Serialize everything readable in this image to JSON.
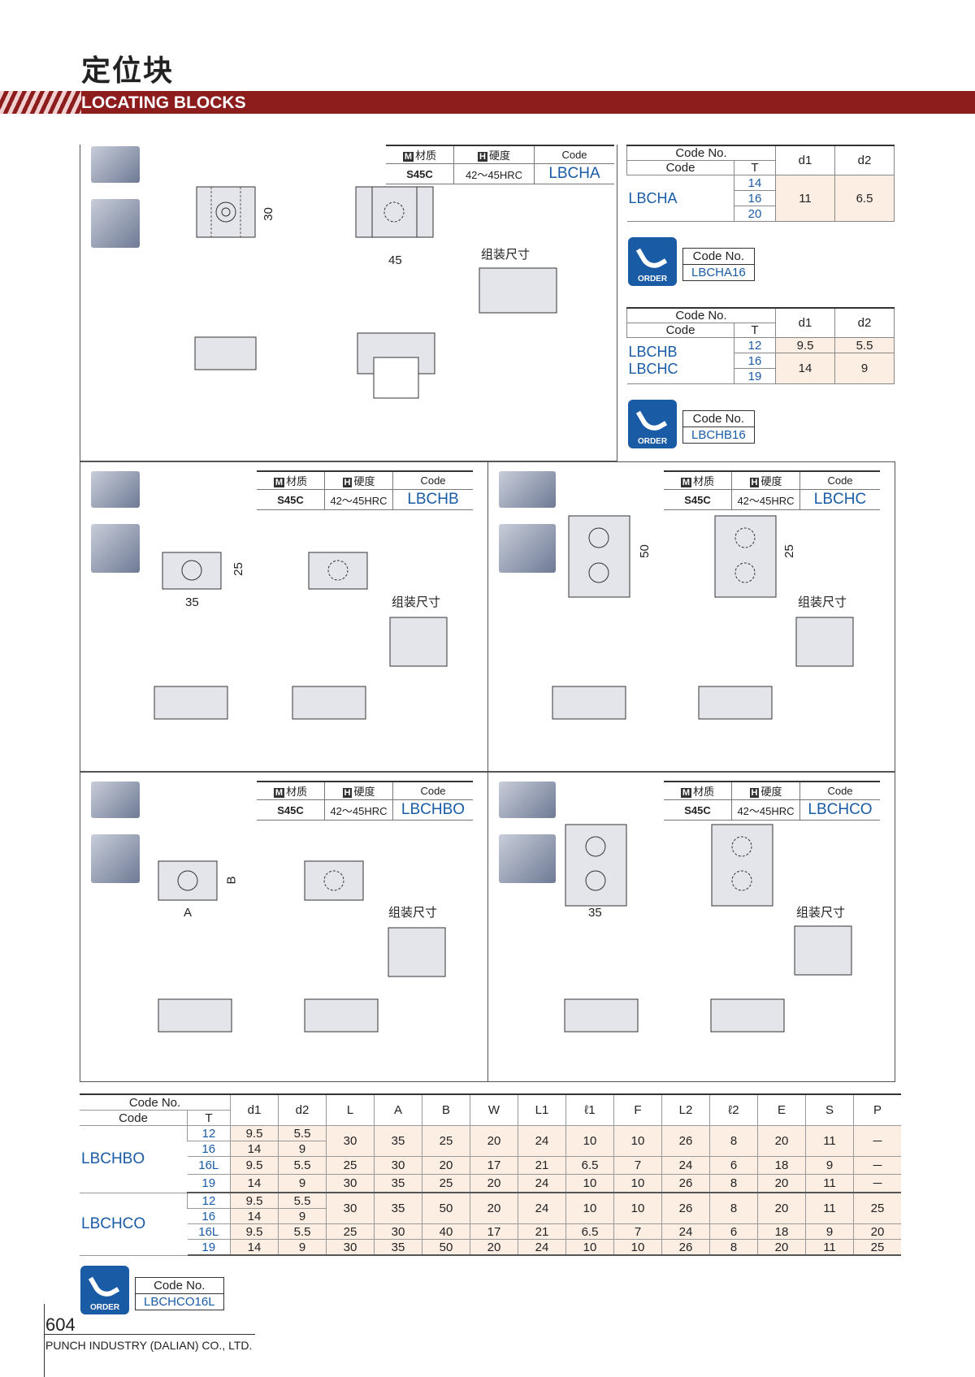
{
  "header": {
    "title_cn": "定位块",
    "title_en": "LOCATING BLOCKS"
  },
  "spec_headers": {
    "material": "材质",
    "hardness": "硬度",
    "code": "Code",
    "m": "M",
    "h": "H"
  },
  "blocks": [
    {
      "material": "S45C",
      "hardness": "42～45HRC",
      "code": "LBCHA",
      "assembly": "组装尺寸"
    },
    {
      "material": "S45C",
      "hardness": "42～45HRC",
      "code": "LBCHB",
      "assembly": "组装尺寸"
    },
    {
      "material": "S45C",
      "hardness": "42～45HRC",
      "code": "LBCHC",
      "assembly": "组装尺寸"
    },
    {
      "material": "S45C",
      "hardness": "42～45HRC",
      "code": "LBCHBO",
      "assembly": "组装尺寸"
    },
    {
      "material": "S45C",
      "hardness": "42～45HRC",
      "code": "LBCHCO",
      "assembly": "组装尺寸"
    }
  ],
  "table_a": {
    "h_codeno": "Code No.",
    "h_code": "Code",
    "h_t": "T",
    "h_d1": "d1",
    "h_d2": "d2",
    "code": "LBCHA",
    "t": [
      "14",
      "16",
      "20"
    ],
    "d1": "11",
    "d2": "6.5"
  },
  "order_a": {
    "label": "ORDER",
    "h": "Code No.",
    "v": "LBCHA16"
  },
  "table_b": {
    "h_codeno": "Code No.",
    "h_code": "Code",
    "h_t": "T",
    "h_d1": "d1",
    "h_d2": "d2",
    "code1": "LBCHB",
    "code2": "LBCHC",
    "t": [
      "12",
      "16",
      "19"
    ],
    "d1_a": "9.5",
    "d2_a": "5.5",
    "d1_b": "14",
    "d2_b": "9"
  },
  "order_b": {
    "label": "ORDER",
    "h": "Code No.",
    "v": "LBCHB16"
  },
  "order_c": {
    "label": "ORDER",
    "h": "Code No.",
    "v": "LBCHCO16L"
  },
  "dims": {
    "a_30": "30",
    "a_45": "45",
    "b_25": "25",
    "b_35": "35",
    "c_50": "50",
    "c_25": "25",
    "bo_B": "B",
    "bo_A": "A",
    "co_35": "35"
  },
  "big_table": {
    "headers": [
      "d1",
      "d2",
      "L",
      "A",
      "B",
      "W",
      "L1",
      "ℓ1",
      "F",
      "L2",
      "ℓ2",
      "E",
      "S",
      "P"
    ],
    "h_codeno": "Code No.",
    "h_code": "Code",
    "h_t": "T",
    "groups": [
      {
        "code": "LBCHBO",
        "rows": [
          {
            "t": "12",
            "d1": "9.5",
            "d2": "5.5"
          },
          {
            "t": "16",
            "d1": "14",
            "d2": "9"
          },
          {
            "t": "16L",
            "d1": "9.5",
            "d2": "5.5",
            "rest": [
              "25",
              "30",
              "20",
              "17",
              "21",
              "6.5",
              "7",
              "24",
              "6",
              "18",
              "9",
              "－"
            ]
          },
          {
            "t": "19",
            "d1": "14",
            "d2": "9",
            "rest": [
              "30",
              "35",
              "25",
              "20",
              "24",
              "10",
              "10",
              "26",
              "8",
              "20",
              "11",
              "－"
            ]
          }
        ],
        "merged": [
          "30",
          "35",
          "25",
          "20",
          "24",
          "10",
          "10",
          "26",
          "8",
          "20",
          "11",
          "－"
        ]
      },
      {
        "code": "LBCHCO",
        "rows": [
          {
            "t": "12",
            "d1": "9.5",
            "d2": "5.5"
          },
          {
            "t": "16",
            "d1": "14",
            "d2": "9"
          },
          {
            "t": "16L",
            "d1": "9.5",
            "d2": "5.5",
            "rest": [
              "25",
              "30",
              "40",
              "17",
              "21",
              "6.5",
              "7",
              "24",
              "6",
              "18",
              "9",
              "20"
            ]
          },
          {
            "t": "19",
            "d1": "14",
            "d2": "9",
            "rest": [
              "30",
              "35",
              "50",
              "20",
              "24",
              "10",
              "10",
              "26",
              "8",
              "20",
              "11",
              "25"
            ]
          }
        ],
        "merged": [
          "30",
          "35",
          "50",
          "20",
          "24",
          "10",
          "10",
          "26",
          "8",
          "20",
          "11",
          "25"
        ]
      }
    ]
  },
  "footer": {
    "page": "604",
    "company": "PUNCH INDUSTRY (DALIAN) CO., LTD."
  },
  "colors": {
    "accent": "#1a5ba6",
    "banner": "#8d1c1c",
    "cell": "#fdeee4"
  }
}
